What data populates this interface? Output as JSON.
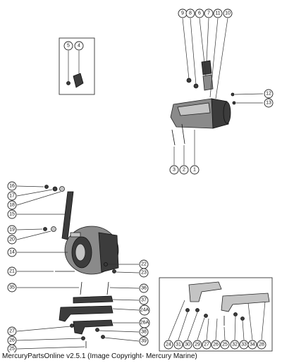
{
  "diagram": {
    "callouts": {
      "c1": "1",
      "c2": "2",
      "c3": "3",
      "c4": "4",
      "c5": "5",
      "c6": "6",
      "c7": "7",
      "c8": "8",
      "c9": "9",
      "c10": "10",
      "c11": "11",
      "c12": "12",
      "c13": "13",
      "c14": "14",
      "c15": "15",
      "c16": "16",
      "c17": "17",
      "c18": "18",
      "c19": "19",
      "c20": "20",
      "c21": "21",
      "c22": "22",
      "c23": "23",
      "c24": "24",
      "c25": "25",
      "c26": "26",
      "c27": "27",
      "c28": "28",
      "c29": "29",
      "c30": "30",
      "c31": "31",
      "c32": "32",
      "c33": "33",
      "c34": "34",
      "c35": "35",
      "c36": "36",
      "c37": "37",
      "c38": "38",
      "c39": "39",
      "c24a": "24A",
      "c26a": "26A",
      "b24": "24",
      "b31": "31",
      "b30": "30",
      "b29": "29",
      "b27": "27",
      "b26": "26",
      "b25": "25",
      "b32": "32",
      "b33": "33",
      "b34": "34",
      "b28": "28"
    }
  },
  "caption": "MercuryPartsOnline v2.5.1 (Image Copyright- Mercury Marine)"
}
